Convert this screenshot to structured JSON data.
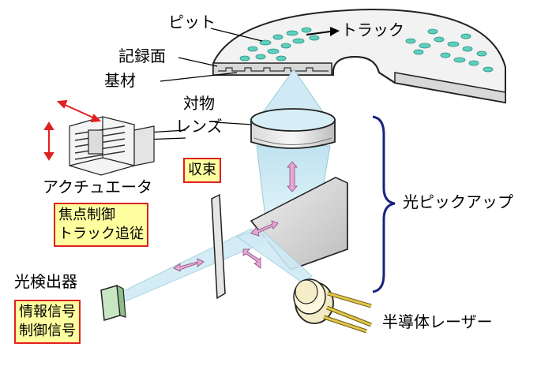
{
  "labels": {
    "pit": "ピット",
    "track": "トラック",
    "recording_surface": "記録面",
    "substrate": "基材",
    "objective_lens": [
      "対物",
      "レンズ"
    ],
    "actuator": "アクチュエータ",
    "convergence": "収束",
    "optical_pickup": "光ピックアップ",
    "photodetector": "光検出器",
    "semiconductor_laser": "半導体レーザー"
  },
  "boxes": {
    "actuator_functions": [
      "焦点制御",
      "トラック追従"
    ],
    "detector_signals": [
      "情報信号",
      "制御信号"
    ]
  },
  "colors": {
    "disc_face": "#f2f2f2",
    "disc_edge": "#d8d8d8",
    "pit": "#5fd0c0",
    "beam": "#cfeaf4",
    "arrow_pink": "#e7a7d4",
    "brace": "#1a237e",
    "box_fill": "#ffffa0",
    "box_border": "#e02020",
    "red_arrow": "#e02020"
  }
}
